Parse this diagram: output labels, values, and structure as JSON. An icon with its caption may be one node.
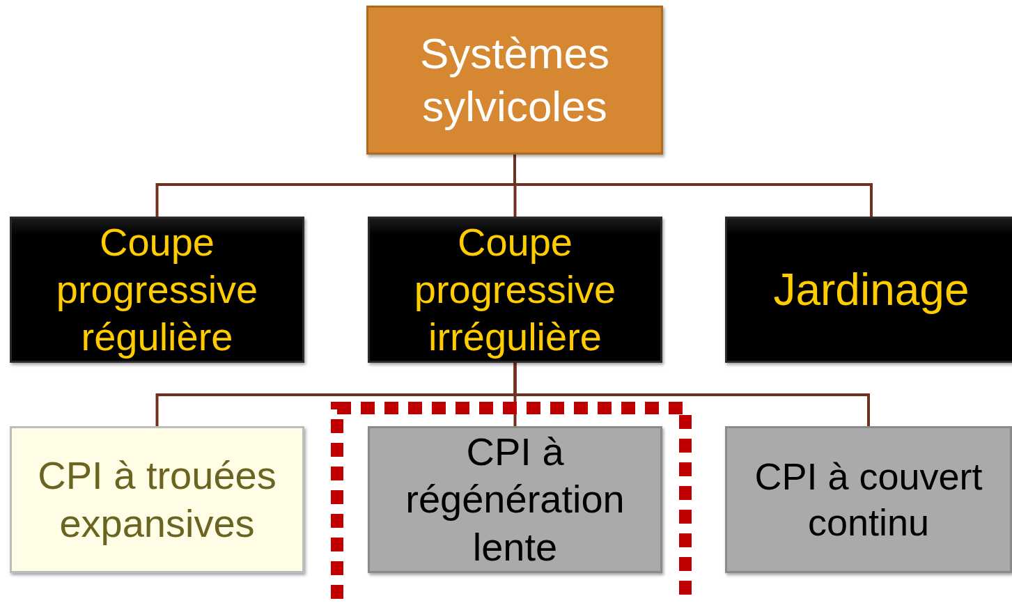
{
  "diagram": {
    "nodes": [
      {
        "text": [
          "Systèmes sylvicoles"
        ]
      },
      {
        "text": [
          "Coupe progressive régulière"
        ]
      },
      {
        "text": [
          "Coupe progressive irrégulière"
        ]
      },
      {
        "text": [
          "Jardinage"
        ]
      },
      {
        "text": [
          "CPI à trouées expansives"
        ]
      },
      {
        "text": [
          "CPI à régénération lente"
        ]
      },
      {
        "text": [
          "CPI à couvert continu"
        ]
      }
    ],
    "edges": [
      {
        "from": 0,
        "to": 1,
        "arrow": "none"
      },
      {
        "from": 0,
        "to": 2,
        "arrow": "none"
      },
      {
        "from": 0,
        "to": 3,
        "arrow": "none"
      },
      {
        "from": 2,
        "to": 4,
        "arrow": "none"
      },
      {
        "from": 2,
        "to": 5,
        "arrow": "none"
      },
      {
        "from": 2,
        "to": 6,
        "arrow": "none"
      }
    ]
  }
}
